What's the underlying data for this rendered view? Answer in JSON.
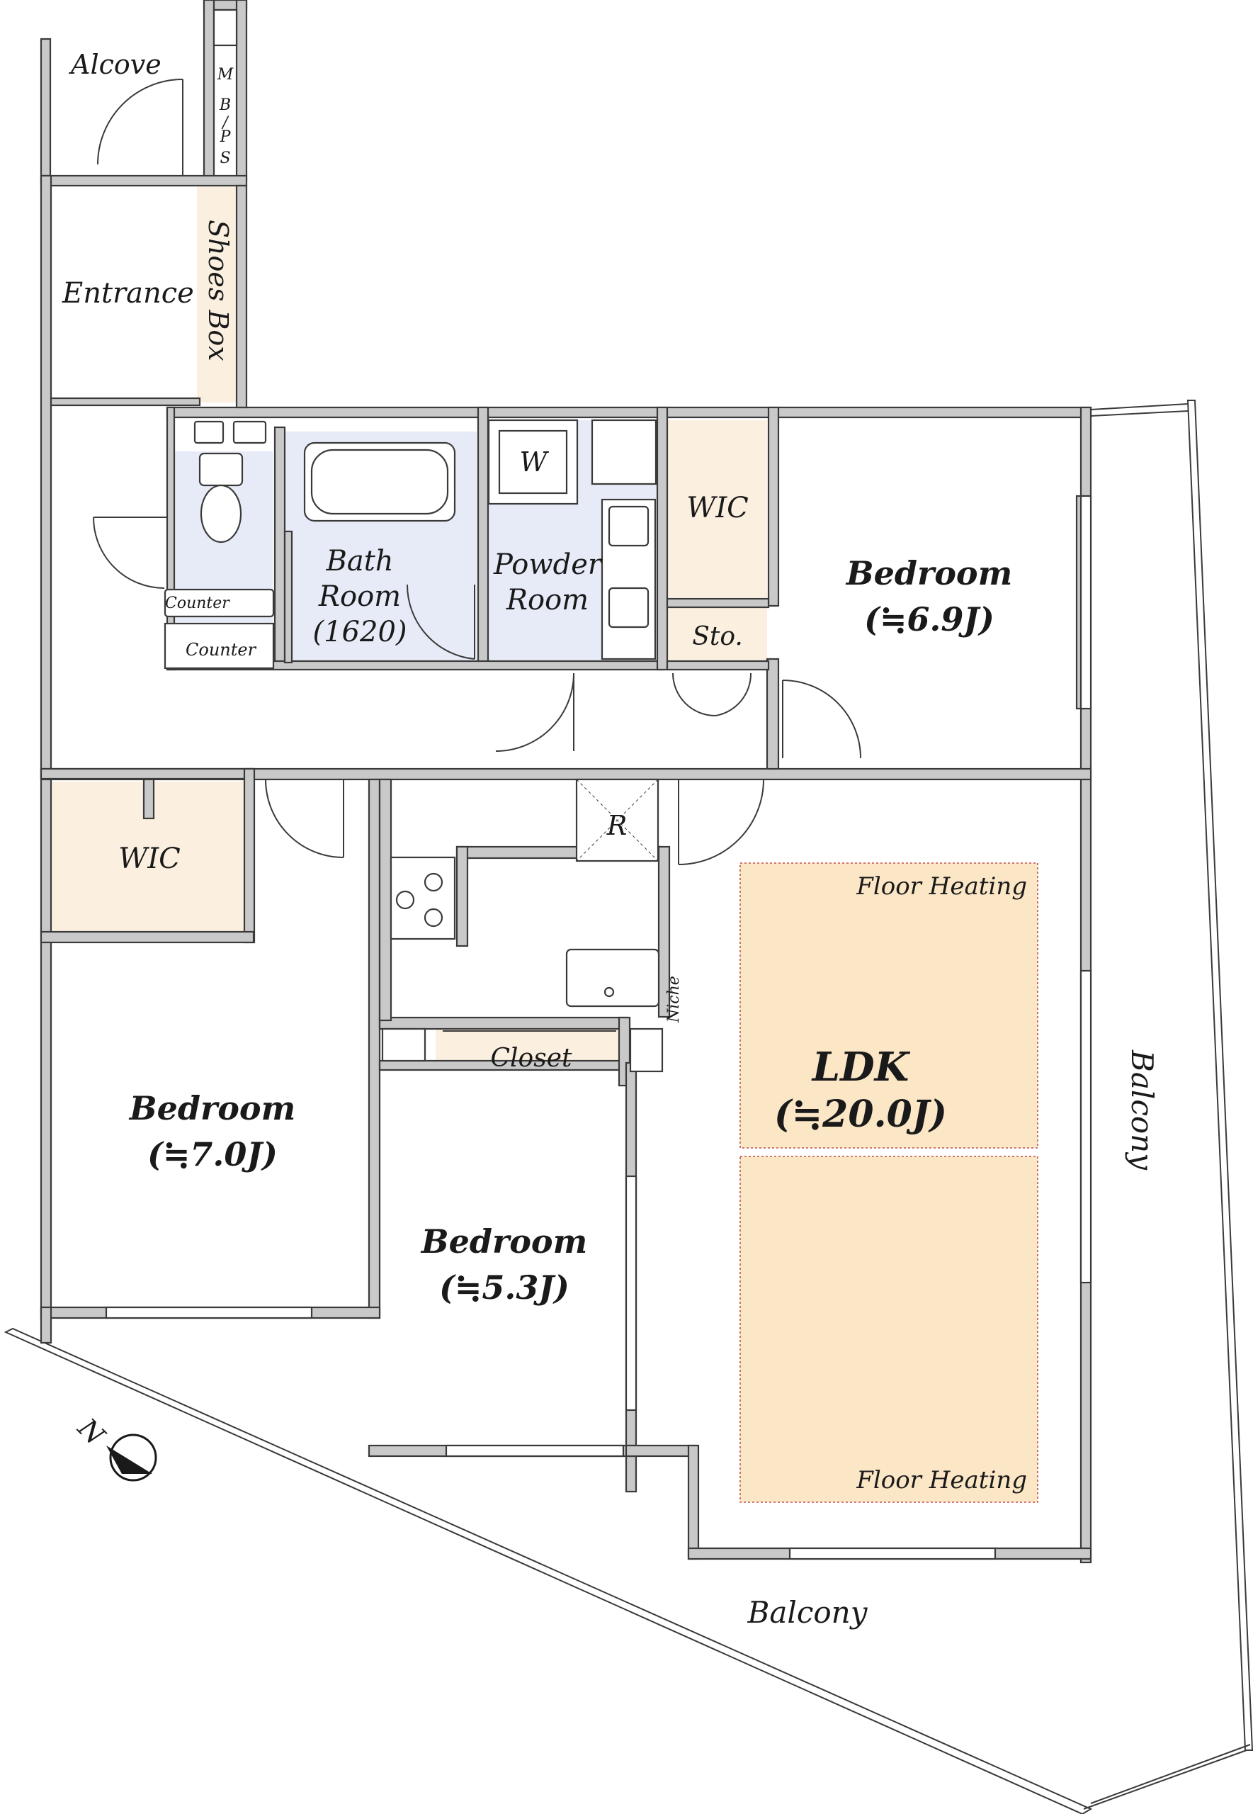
{
  "colors": {
    "wet_area": "#e6ebf7",
    "storage": "#fbf0e0",
    "floor_heating": "#fbe6c6",
    "wall": "#c9c9c9"
  },
  "rooms": {
    "alcove": "Alcove",
    "mb_ps": [
      "M",
      "B",
      "/",
      "P",
      "S"
    ],
    "entrance": "Entrance",
    "shoes_box": "Shoes Box",
    "counter_toilet": "Counter",
    "counter_hall": "Counter",
    "washer": "W",
    "bath": [
      "Bath",
      "Room",
      "(1620)"
    ],
    "powder": [
      "Powder",
      "Room"
    ],
    "wic_top": "WIC",
    "sto": "Sto.",
    "bedroom_ne": [
      "Bedroom",
      "(≒6.9J)"
    ],
    "wic_left": "WIC",
    "refrigerator": "R",
    "floor_heating_top": "Floor Heating",
    "floor_heating_bottom": "Floor Heating",
    "closet": "Closet",
    "niche": "Niche",
    "ldk": [
      "LDK",
      "(≒20.0J)"
    ],
    "bedroom_w": [
      "Bedroom",
      "(≒7.0J)"
    ],
    "bedroom_c": [
      "Bedroom",
      "(≒5.3J)"
    ],
    "balcony_east": "Balcony",
    "balcony_south": "Balcony"
  },
  "compass": {
    "letter": "N",
    "icon": "north-arrow-icon"
  }
}
